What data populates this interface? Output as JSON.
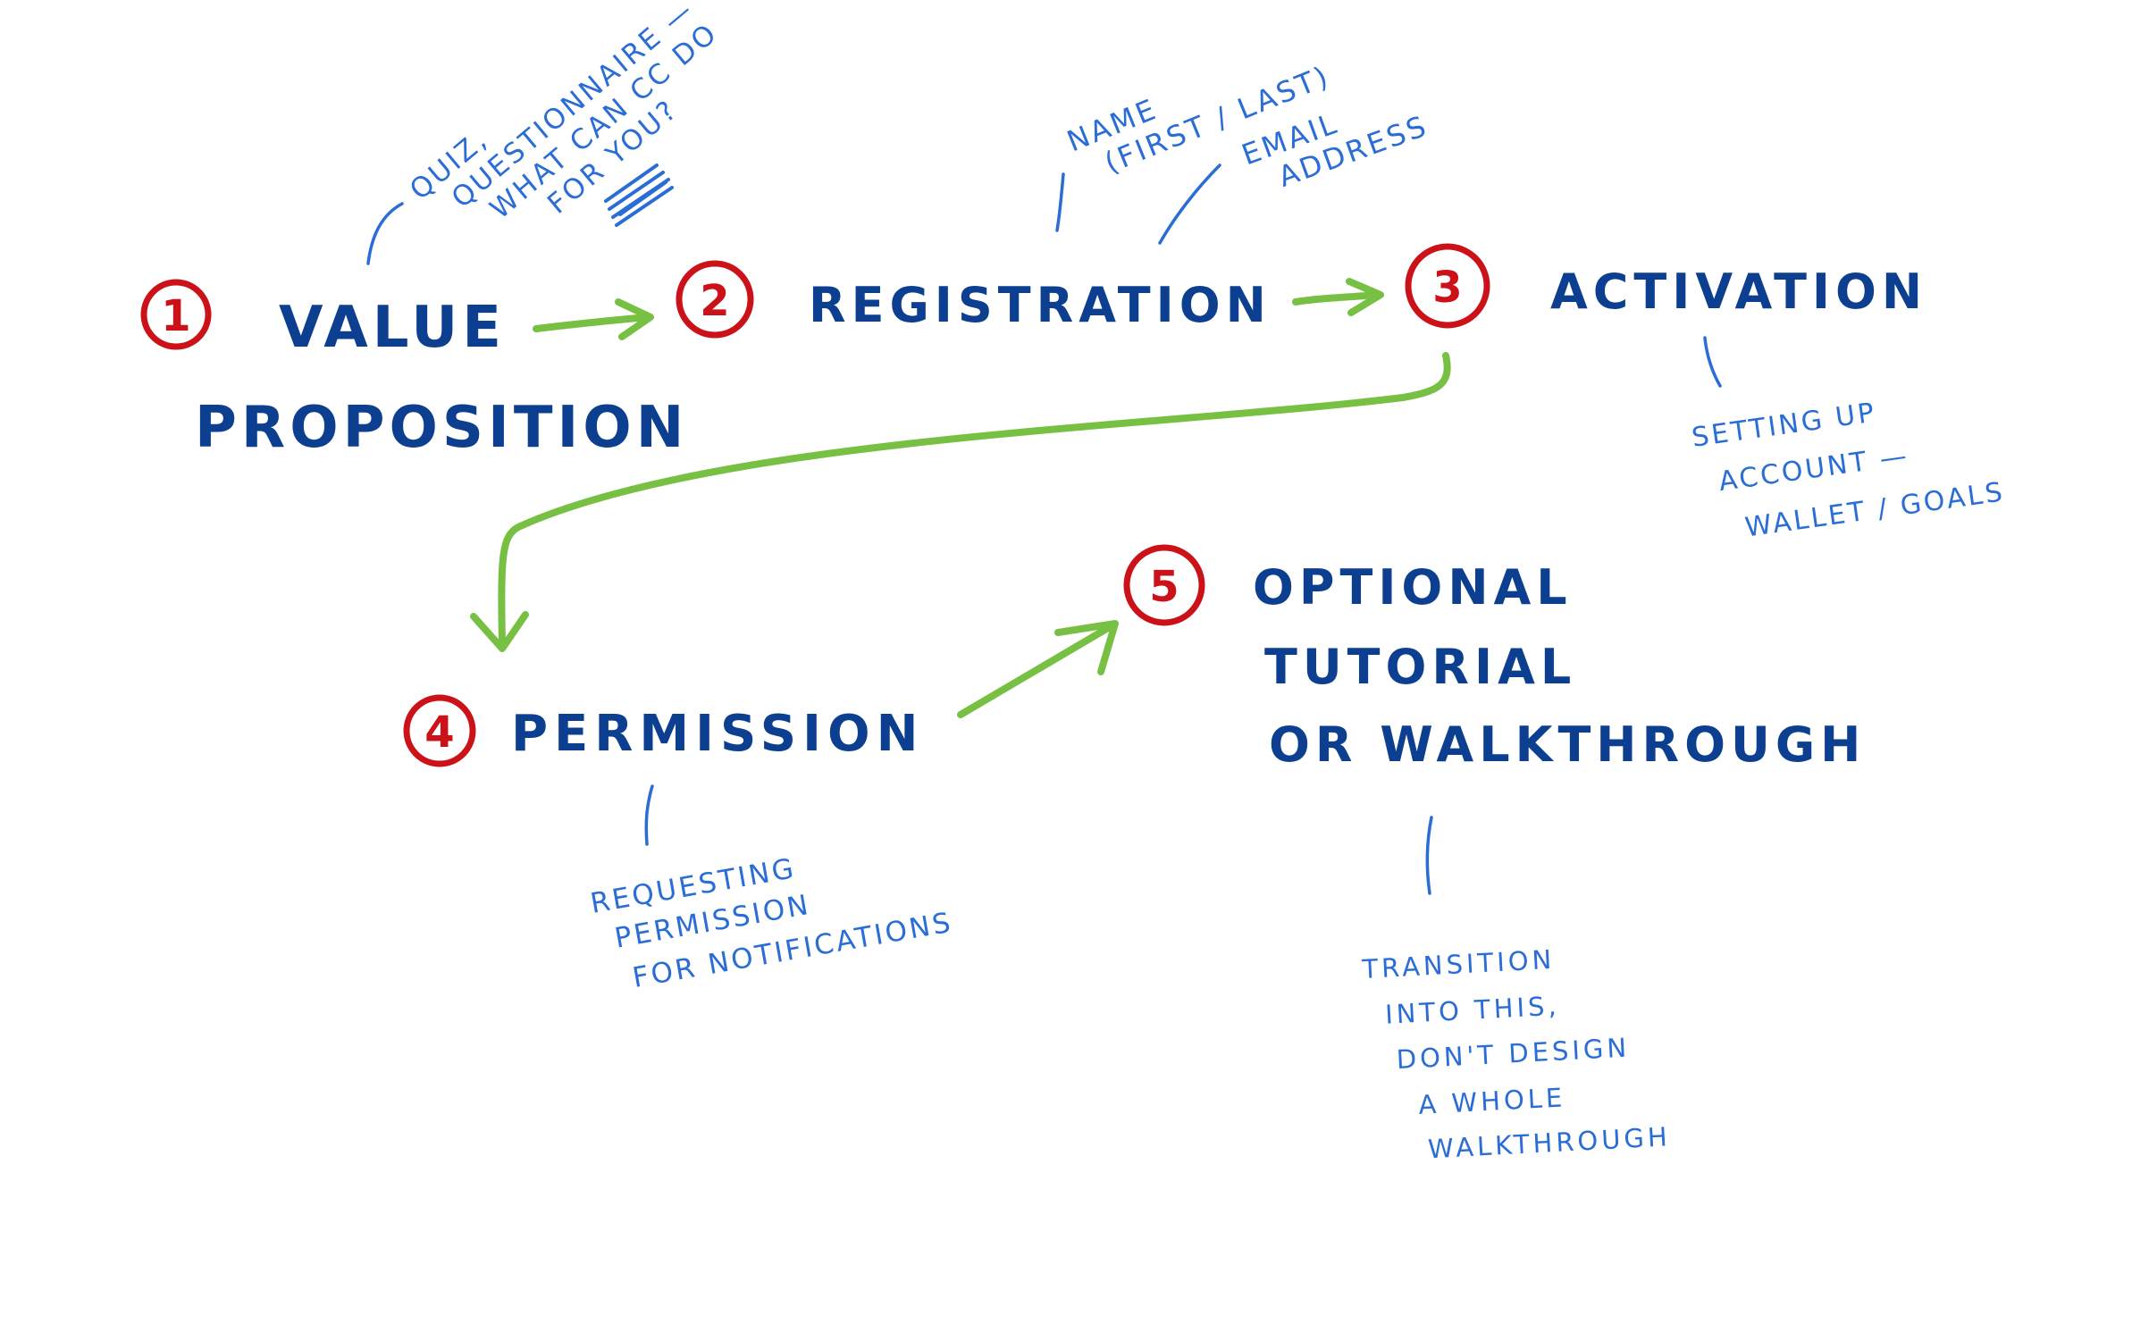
{
  "steps": [
    {
      "number": "1",
      "title_lines": [
        "VALUE",
        "PROPOSITION"
      ]
    },
    {
      "number": "2",
      "title_lines": [
        "REGISTRATION"
      ]
    },
    {
      "number": "3",
      "title_lines": [
        "ACTIVATION"
      ]
    },
    {
      "number": "4",
      "title_lines": [
        "PERMISSION"
      ]
    },
    {
      "number": "5",
      "title_lines": [
        "OPTIONAL",
        "TUTORIAL",
        "OR WALKTHROUGH"
      ]
    }
  ],
  "notes": {
    "value": [
      "QUIZ,",
      "QUESTIONNAIRE —",
      "WHAT CAN CC DO",
      "FOR YOU?"
    ],
    "name": [
      "NAME",
      "(FIRST / LAST)"
    ],
    "email": [
      "EMAIL",
      "ADDRESS"
    ],
    "activation": [
      "SETTING UP",
      "ACCOUNT —",
      "WALLET / GOALS"
    ],
    "permission": [
      "REQUESTING",
      "PERMISSION",
      "FOR NOTIFICATIONS"
    ],
    "tutorial": [
      "TRANSITION",
      "INTO THIS,",
      "DON'T DESIGN",
      "A WHOLE",
      "WALKTHROUGH"
    ]
  },
  "colors": {
    "step_title": "#0c3f8f",
    "step_number": "#cc1219",
    "note": "#2a6dd6",
    "flow_arrow": "#78c043",
    "background": "#ffffff"
  }
}
